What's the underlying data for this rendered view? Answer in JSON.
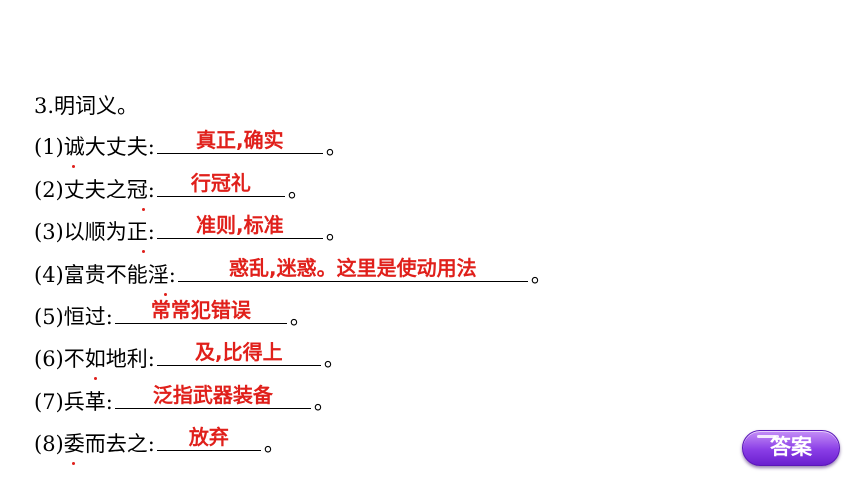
{
  "question": {
    "heading": "3.明词义。",
    "items": [
      {
        "num": "(1)",
        "term": "诚大丈夫",
        "colon": ":",
        "answer": "真正,确实",
        "end": "。"
      },
      {
        "num": "(2)",
        "term": "丈夫之冠",
        "colon": ":",
        "answer": "行冠礼",
        "end": "。"
      },
      {
        "num": "(3)",
        "term": "以顺为正",
        "colon": ":",
        "answer": "准则,标准",
        "end": "。"
      },
      {
        "num": "(4)",
        "term": "富贵不能淫",
        "colon": ":",
        "answer": "惑乱,迷惑。这里是使动用法",
        "end": "。"
      },
      {
        "num": "(5)",
        "term": "恒过",
        "colon": ":",
        "answer": "常常犯错误",
        "end": "。"
      },
      {
        "num": "(6)",
        "term": "不如地利",
        "colon": ":",
        "answer": "及,比得上",
        "end": "。"
      },
      {
        "num": "(7)",
        "term": "兵革",
        "colon": ":",
        "answer": "泛指武器装备",
        "end": "。"
      },
      {
        "num": "(8)",
        "term": "委而去之",
        "colon": ":",
        "answer": "放弃",
        "end": "。"
      }
    ]
  },
  "answer_button": {
    "label": "答案"
  },
  "colors": {
    "answer_red": "#e0201b",
    "button_purple": "#8a3ee6"
  }
}
